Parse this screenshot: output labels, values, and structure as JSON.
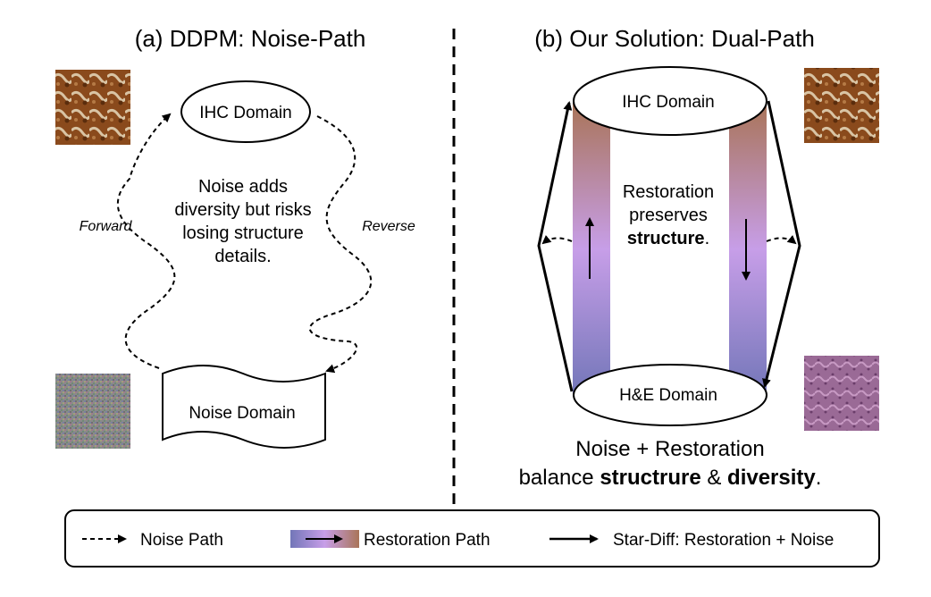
{
  "panel_a": {
    "title": "(a) DDPM: Noise-Path",
    "ihc_label": "IHC Domain",
    "noise_label": "Noise Domain",
    "forward_label": "Forward",
    "reverse_label": "Reverse",
    "caption_lines": [
      "Noise adds",
      "diversity but risks",
      "losing structure",
      "details."
    ]
  },
  "panel_b": {
    "title": "(b) Our Solution: Dual-Path",
    "ihc_label": "IHC Domain",
    "he_label": "H&E Domain",
    "restoration_line1": "Restoration",
    "restoration_line2": "preserves",
    "restoration_bold": "structure",
    "restoration_tail": ".",
    "bottom_line1": "Noise + Restoration",
    "bottom_line2_pre": "balance ",
    "bottom_bold1": "structrure",
    "bottom_mid": " & ",
    "bottom_bold2": "diversity",
    "bottom_tail": "."
  },
  "legend": {
    "noise_path": "Noise Path",
    "restoration_path": "Restoration Path",
    "star_diff": "Star-Diff: Restoration + Noise"
  },
  "colors": {
    "gradient_top": "#a97458",
    "gradient_mid": "#c79ee8",
    "gradient_bottom": "#7276b8",
    "ihc_brown": "#8a4a1c",
    "he_purple": "#9a6a96",
    "noise_gray": "#8a8a8a"
  }
}
